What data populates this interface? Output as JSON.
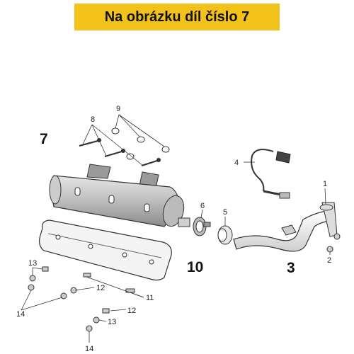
{
  "header": {
    "title": "Na obrázku díl číslo 7"
  },
  "callouts": {
    "c7": "7",
    "c10": "10",
    "c3": "3",
    "c8": "8",
    "c9": "9",
    "c4": "4",
    "c6": "6",
    "c5": "5",
    "c1": "1",
    "c2": "2",
    "c13a": "13",
    "c12a": "12",
    "c14a": "14",
    "c11": "11",
    "c12b": "12",
    "c13b": "13",
    "c14b": "14"
  },
  "colors": {
    "banner": "#f2c21a",
    "line": "#333333",
    "part_fill": "#d9d9d9"
  }
}
